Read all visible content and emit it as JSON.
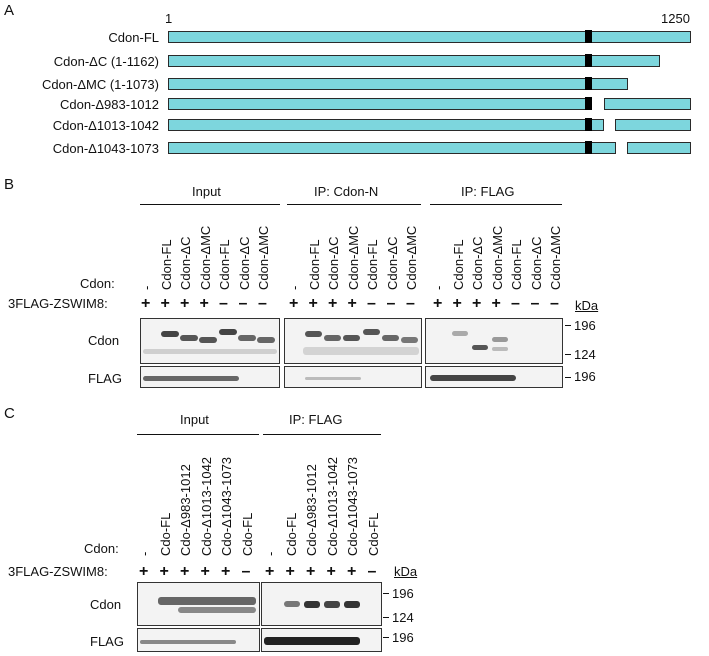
{
  "panelA": {
    "letter": "A",
    "start_label": "1",
    "end_label": "1250",
    "constructs": [
      "Cdon-FL",
      "Cdon-ΔC (1-1162)",
      "Cdon-ΔMC (1-1073)",
      "Cdon-Δ983-1012",
      "Cdon-Δ1013-1042",
      "Cdon-Δ1043-1073"
    ]
  },
  "panelB": {
    "letter": "B",
    "groups": [
      "Input",
      "IP: Cdon-N",
      "IP: FLAG"
    ],
    "lane_labels": [
      "-",
      "Cdon-FL",
      "Cdon-ΔC",
      "Cdon-ΔMC",
      "Cdon-FL",
      "Cdon-ΔC",
      "Cdon-ΔMC"
    ],
    "row1_label": "Cdon:",
    "row2_label": "3FLAG-ZSWIM8:",
    "row2_signs": [
      "+",
      "+",
      "+",
      "+",
      "–",
      "–",
      "–"
    ],
    "kda": "kDa",
    "blot_labels": [
      "Cdon",
      "FLAG"
    ],
    "markers": [
      "196",
      "124",
      "196"
    ]
  },
  "panelC": {
    "letter": "C",
    "groups": [
      "Input",
      "IP: FLAG"
    ],
    "lane_labels": [
      "-",
      "Cdo-FL",
      "Cdo-Δ983-1012",
      "Cdo-Δ1013-1042",
      "Cdo-Δ1043-1073",
      "Cdo-FL"
    ],
    "row1_label": "Cdon:",
    "row2_label": "3FLAG-ZSWIM8:",
    "row2_signs": [
      "+",
      "+",
      "+",
      "+",
      "+",
      "–"
    ],
    "kda": "kDa",
    "blot_labels": [
      "Cdon",
      "FLAG"
    ],
    "markers": [
      "196",
      "124",
      "196"
    ]
  }
}
